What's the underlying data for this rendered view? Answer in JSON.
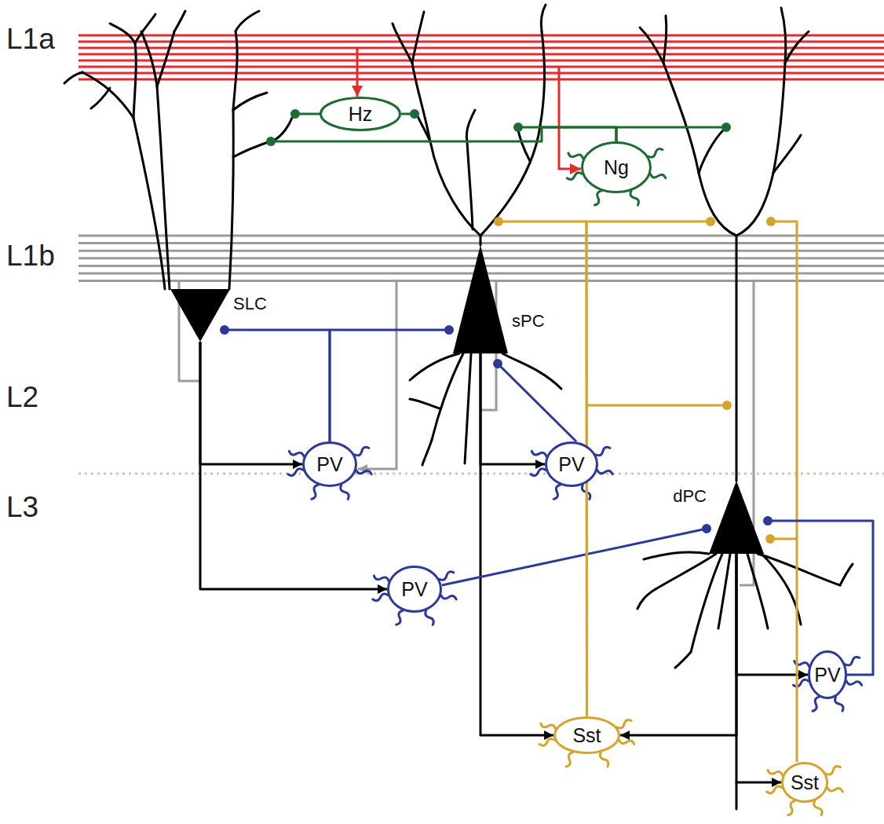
{
  "diagram": {
    "nodes": [
      {
        "text": [
          "Hz"
        ]
      },
      {
        "text": [
          "Ng"
        ]
      },
      {
        "text": [
          "SLC"
        ]
      },
      {
        "text": [
          "sPC"
        ]
      },
      {
        "text": [
          "PV"
        ]
      },
      {
        "text": [
          "PV"
        ]
      },
      {
        "text": [
          "dPC"
        ]
      },
      {
        "text": [
          "PV"
        ]
      },
      {
        "text": [
          "PV"
        ]
      },
      {
        "text": [
          "Sst"
        ]
      },
      {
        "text": [
          "Sst"
        ]
      }
    ],
    "edges": [
      {
        "from": 2,
        "to": 4,
        "arrow": "to"
      },
      {
        "from": 2,
        "to": 7,
        "arrow": "to"
      },
      {
        "from": 4,
        "to": 2,
        "arrow": "to"
      },
      {
        "from": 4,
        "to": 3,
        "arrow": "to"
      },
      {
        "from": 3,
        "to": 5,
        "arrow": "to"
      },
      {
        "from": 5,
        "to": 3,
        "arrow": "to"
      },
      {
        "from": 3,
        "to": 9,
        "arrow": "to"
      },
      {
        "from": 6,
        "to": 9,
        "arrow": "to"
      },
      {
        "from": 6,
        "to": 8,
        "arrow": "to"
      },
      {
        "from": 6,
        "to": 10,
        "arrow": "to"
      },
      {
        "from": 7,
        "to": 6,
        "arrow": "to"
      },
      {
        "from": 8,
        "to": 6,
        "arrow": "to"
      },
      {
        "from": 9,
        "to": 3,
        "arrow": "to"
      },
      {
        "from": 9,
        "to": 6,
        "arrow": "to"
      },
      {
        "from": 10,
        "to": 6,
        "arrow": "to"
      },
      {
        "from": 0,
        "to": 2,
        "arrow": "to"
      },
      {
        "from": 0,
        "to": 3,
        "arrow": "to"
      },
      {
        "from": 1,
        "to": 2,
        "arrow": "to"
      },
      {
        "from": 1,
        "to": 3,
        "arrow": "to"
      },
      {
        "from": 1,
        "to": 6,
        "arrow": "to"
      }
    ],
    "labels": [
      "L1a",
      "L1b",
      "L2",
      "L3"
    ]
  }
}
